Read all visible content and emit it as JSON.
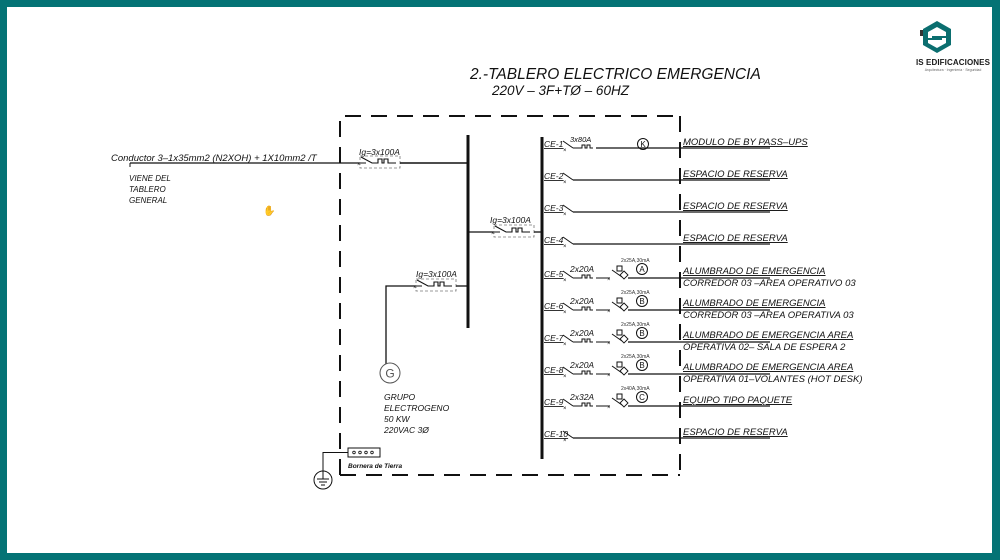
{
  "colors": {
    "frame": "#047375",
    "brand": "#0b6e6f",
    "ink": "#111111"
  },
  "logo": {
    "icon": "is-edificaciones-logo-icon",
    "name": "IS EDIFICACIONES",
    "tagline": "Arquitectura · Ingeniería · Seguridad"
  },
  "title": {
    "main": "2.-TABLERO ELECTRICO EMERGENCIA",
    "sub": "220V  –  3F+TØ  –  60HZ"
  },
  "feeder": {
    "conductor": "Conductor 3–1x35mm2 (N2XOH) + 1X10mm2 /T",
    "origin": [
      "VIENE DEL",
      "TABLERO",
      "GENERAL"
    ],
    "main_breaker": "Ig=3x100A"
  },
  "generator": {
    "symbol": "G",
    "breaker": "Ig=3x100A",
    "label": [
      "GRUPO",
      "ELECTROGENO",
      "50  KW",
      "220VAC  3Ø"
    ]
  },
  "transfer_breaker": "Ig=3x100A",
  "ground": {
    "terminal_label": "Bornera de Tierra"
  },
  "circuits": [
    {
      "id": "CE-1",
      "breaker": "3x80A",
      "diff": "",
      "tag": "K",
      "desc": [
        "MODULO DE BY PASS–UPS"
      ]
    },
    {
      "id": "CE-2",
      "breaker": "",
      "diff": "",
      "tag": "",
      "desc": [
        "ESPACIO DE RESERVA"
      ]
    },
    {
      "id": "CE-3",
      "breaker": "",
      "diff": "",
      "tag": "",
      "desc": [
        "ESPACIO DE RESERVA"
      ]
    },
    {
      "id": "CE-4",
      "breaker": "",
      "diff": "",
      "tag": "",
      "desc": [
        "ESPACIO DE RESERVA"
      ]
    },
    {
      "id": "CE-5",
      "breaker": "2x20A",
      "diff": "2x25A,30mA",
      "tag": "A",
      "desc": [
        "ALUMBRADO DE EMERGENCIA",
        "CORREDOR 03 –AREA OPERATIVO 03"
      ]
    },
    {
      "id": "CE-6",
      "breaker": "2x20A",
      "diff": "2x25A,30mA",
      "tag": "B",
      "desc": [
        "ALUMBRADO DE EMERGENCIA",
        "CORREDOR 03 –AREA OPERATIVA 03"
      ]
    },
    {
      "id": "CE-7",
      "breaker": "2x20A",
      "diff": "2x25A,30mA",
      "tag": "B",
      "desc": [
        "ALUMBRADO DE EMERGENCIA AREA",
        "OPERATIVA 02– SALA DE ESPERA 2"
      ]
    },
    {
      "id": "CE-8",
      "breaker": "2x20A",
      "diff": "2x25A,30mA",
      "tag": "B",
      "desc": [
        "ALUMBRADO DE EMERGENCIA AREA",
        "OPERATIVA 01–VOLANTES (HOT DESK)"
      ]
    },
    {
      "id": "CE-9",
      "breaker": "2x32A",
      "diff": "2x40A,30mA",
      "tag": "C",
      "desc": [
        "EQUIPO TIPO PAQUETE"
      ]
    },
    {
      "id": "CE-10",
      "breaker": "",
      "diff": "",
      "tag": "",
      "desc": [
        "ESPACIO DE RESERVA"
      ]
    }
  ]
}
